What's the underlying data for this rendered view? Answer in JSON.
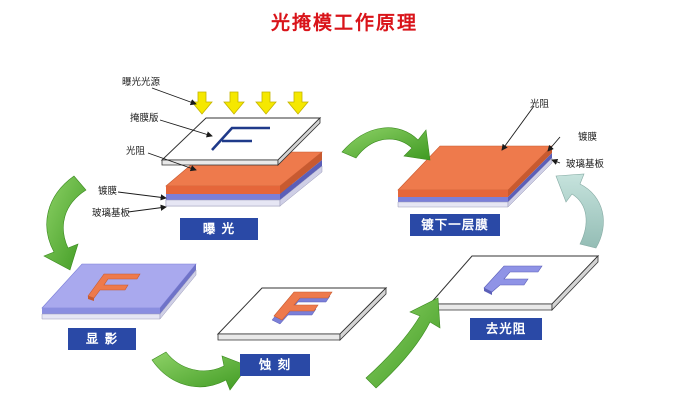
{
  "title": "光掩模工作原理",
  "labels": {
    "exposure_light": "曝光光源",
    "mask": "掩膜版",
    "photoresist_left": "光阻",
    "coating_left": "镀膜",
    "glass_left": "玻璃基板",
    "photoresist_right": "光阻",
    "coating_right": "镀膜",
    "glass_right": "玻璃基板"
  },
  "steps": {
    "exposure": "曝 光",
    "coat": "镀下一层膜",
    "develop": "显 影",
    "etch": "蚀 刻",
    "strip": "去光阻"
  },
  "colors": {
    "title": "#d9141a",
    "step_label_bg": "#2a49a6",
    "photoresist": "#ee7a4c",
    "coating": "#7b7fd8",
    "glass": "#e6e6f4",
    "arrow_green": "#4caa2e",
    "arrow_ghost": "#a9cfc8",
    "light_arrow": "#f5e800"
  },
  "icons": {
    "light_arrows": "yellow-down-arrow-icon",
    "flow_arrows": "curved-green-arrow-icon",
    "letter": "letter-f-pattern"
  }
}
